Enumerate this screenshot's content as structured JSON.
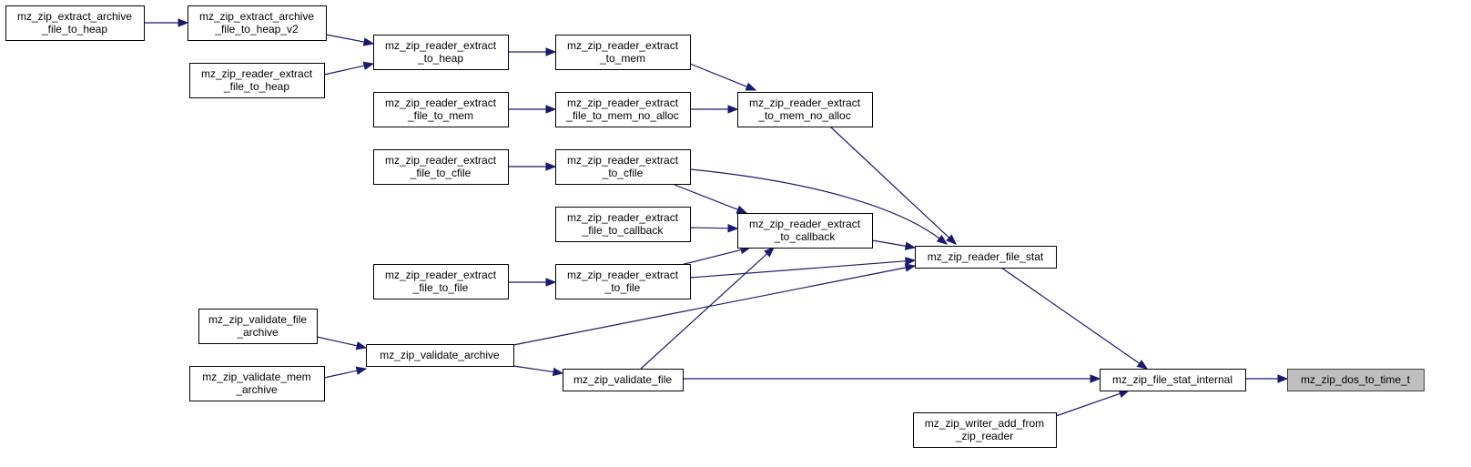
{
  "graph": {
    "nodes": [
      {
        "id": "extract_archive_file_to_heap",
        "lines": [
          "mz_zip_extract_archive",
          "_file_to_heap"
        ]
      },
      {
        "id": "extract_archive_file_to_heap_v2",
        "lines": [
          "mz_zip_extract_archive",
          "_file_to_heap_v2"
        ]
      },
      {
        "id": "reader_extract_to_heap",
        "lines": [
          "mz_zip_reader_extract",
          "_to_heap"
        ]
      },
      {
        "id": "reader_extract_file_to_heap",
        "lines": [
          "mz_zip_reader_extract",
          "_file_to_heap"
        ]
      },
      {
        "id": "reader_extract_to_mem",
        "lines": [
          "mz_zip_reader_extract",
          "_to_mem"
        ]
      },
      {
        "id": "reader_extract_file_to_mem",
        "lines": [
          "mz_zip_reader_extract",
          "_file_to_mem"
        ]
      },
      {
        "id": "reader_extract_file_to_mem_no_alloc",
        "lines": [
          "mz_zip_reader_extract",
          "_file_to_mem_no_alloc"
        ]
      },
      {
        "id": "reader_extract_to_mem_no_alloc",
        "lines": [
          "mz_zip_reader_extract",
          "_to_mem_no_alloc"
        ]
      },
      {
        "id": "reader_extract_file_to_cfile",
        "lines": [
          "mz_zip_reader_extract",
          "_file_to_cfile"
        ]
      },
      {
        "id": "reader_extract_to_cfile",
        "lines": [
          "mz_zip_reader_extract",
          "_to_cfile"
        ]
      },
      {
        "id": "reader_extract_file_to_callback",
        "lines": [
          "mz_zip_reader_extract",
          "_file_to_callback"
        ]
      },
      {
        "id": "reader_extract_to_callback",
        "lines": [
          "mz_zip_reader_extract",
          "_to_callback"
        ]
      },
      {
        "id": "reader_file_stat",
        "lines": [
          "mz_zip_reader_file_stat"
        ]
      },
      {
        "id": "reader_extract_file_to_file",
        "lines": [
          "mz_zip_reader_extract",
          "_file_to_file"
        ]
      },
      {
        "id": "reader_extract_to_file",
        "lines": [
          "mz_zip_reader_extract",
          "_to_file"
        ]
      },
      {
        "id": "validate_file_archive",
        "lines": [
          "mz_zip_validate_file",
          "_archive"
        ]
      },
      {
        "id": "validate_archive",
        "lines": [
          "mz_zip_validate_archive"
        ]
      },
      {
        "id": "validate_mem_archive",
        "lines": [
          "mz_zip_validate_mem",
          "_archive"
        ]
      },
      {
        "id": "validate_file",
        "lines": [
          "mz_zip_validate_file"
        ]
      },
      {
        "id": "file_stat_internal",
        "lines": [
          "mz_zip_file_stat_internal"
        ]
      },
      {
        "id": "dos_to_time_t",
        "lines": [
          "mz_zip_dos_to_time_t"
        ],
        "focus": true
      },
      {
        "id": "writer_add_from_zip_reader",
        "lines": [
          "mz_zip_writer_add_from",
          "_zip_reader"
        ]
      }
    ]
  }
}
